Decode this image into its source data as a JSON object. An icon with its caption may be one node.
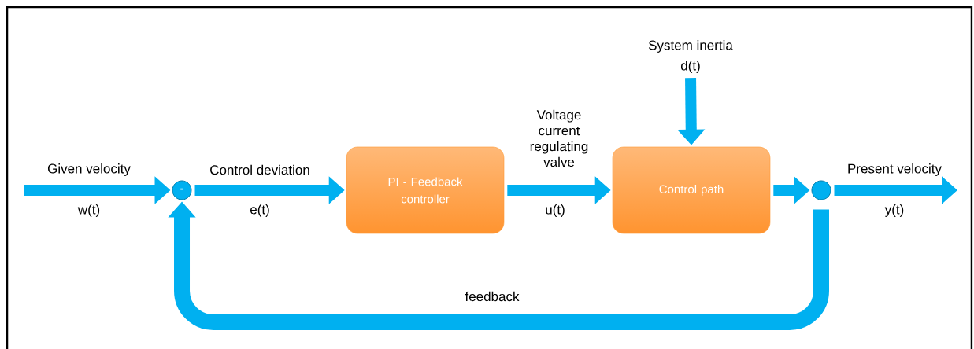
{
  "diagram": {
    "nodes": [
      {
        "text": [
          "-"
        ]
      },
      {
        "text": [
          "PI - Feedback controller"
        ]
      },
      {
        "text": [
          "Control path"
        ]
      },
      {
        "text": [],
        "shape": "circle"
      },
      {
        "text": [
          "System inertia",
          "d(t)"
        ]
      }
    ],
    "edges": [
      {
        "from": null,
        "to": 0,
        "arrow": "to",
        "label": "Given velocity"
      },
      {
        "from": 0,
        "to": 1,
        "arrow": "to",
        "label": "Control deviation"
      },
      {
        "from": 1,
        "to": 2,
        "arrow": "to",
        "label": "Voltage current regulating valve"
      },
      {
        "from": 4,
        "to": 2,
        "arrow": "to"
      },
      {
        "from": 2,
        "to": 3,
        "arrow": "to"
      },
      {
        "from": 3,
        "to": null,
        "arrow": "to",
        "label": "Present velocity"
      },
      {
        "from": 3,
        "to": 0,
        "arrow": "to",
        "label": "feedback"
      }
    ],
    "labels": [
      "w(t)",
      "e(t)",
      "u(t)",
      "y(t)"
    ]
  }
}
